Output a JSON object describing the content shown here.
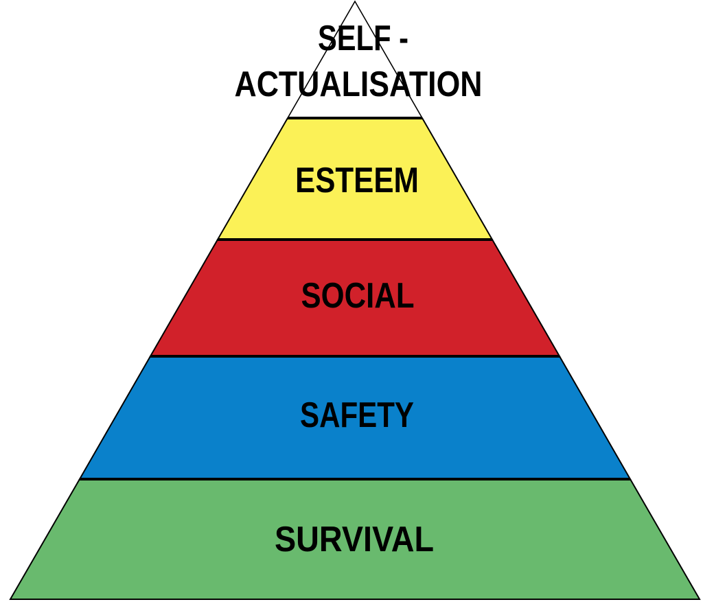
{
  "diagram": {
    "type": "pyramid-hierarchy",
    "background_color": "#FFFFFF",
    "outline_color": "#000000",
    "levels": [
      {
        "id": "self-actualisation",
        "label": "SELF - ACTUALISATION",
        "line1": "SELF -",
        "line2": "ACTUALISATION",
        "color": "#FFFFFF",
        "text_color": "#000000"
      },
      {
        "id": "esteem",
        "label": "ESTEEM",
        "color": "#FBF157",
        "text_color": "#000000"
      },
      {
        "id": "social",
        "label": "SOCIAL",
        "color": "#D1212A",
        "text_color": "#000000"
      },
      {
        "id": "safety",
        "label": "SAFETY",
        "color": "#0A81CB",
        "text_color": "#000000"
      },
      {
        "id": "survival",
        "label": "SURVIVAL",
        "color": "#69BA6E",
        "text_color": "#000000"
      }
    ]
  }
}
